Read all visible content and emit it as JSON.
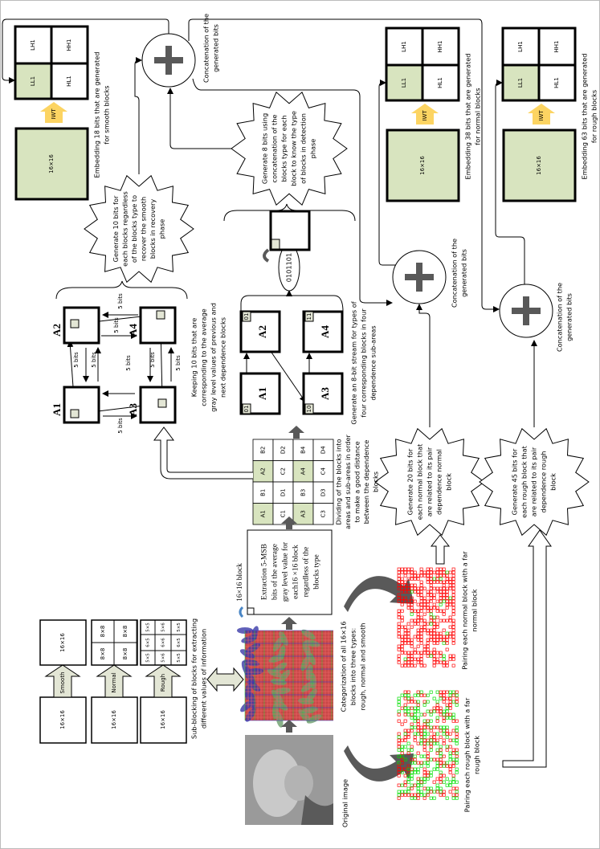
{
  "colors": {
    "block_green": "#d8e4bf",
    "iwt_arrow": "#fcd462",
    "plus_gray": "#595959",
    "map_red": "#ff0000",
    "map_green": "#00e000",
    "map_blue": "#0000ff",
    "outline_arrow_fill": "#e3e6d5"
  },
  "original_image": {
    "label": "Original image"
  },
  "categorization": {
    "lines": [
      "Categorization of all 16×16",
      "blocks into three types:",
      "rough, normal and smooth"
    ]
  },
  "sub_blocking": {
    "caption": [
      "Sub-blocking of blocks for extracting",
      "different values of information"
    ],
    "rows": [
      {
        "type": "Smooth",
        "input": "16×16",
        "cells": [
          "16×16"
        ]
      },
      {
        "type": "Normal",
        "input": "16×16",
        "cells": [
          "8×8",
          "8×8",
          "8×8",
          "8×8"
        ]
      },
      {
        "type": "Rough",
        "input": "16×16",
        "cells": [
          "5×5",
          "6×5",
          "5×5",
          "5×6",
          "6×6",
          "5×6",
          "5×5",
          "6×5",
          "5×5"
        ]
      }
    ]
  },
  "extraction": {
    "block_label": "16×16 block",
    "lines": [
      "Extraction 5-MSB",
      "bits of the average",
      "gray level value for",
      "each16 ×16 block",
      "regardless of the",
      "blocks type"
    ]
  },
  "division_grid": {
    "cells": [
      [
        "B2",
        "A2",
        "B1",
        "A1"
      ],
      [
        "D2",
        "C2",
        "D1",
        "C1"
      ],
      [
        "B4",
        "A4",
        "B3",
        "A3"
      ],
      [
        "D4",
        "C4",
        "D3",
        "C3"
      ]
    ],
    "highlighted": [
      "A1",
      "A2",
      "A3",
      "A4"
    ],
    "caption": [
      "Dividing of the blocks into",
      "areas and sub-areas in order",
      "to make a good distance",
      "between the dependence",
      "blocks"
    ]
  },
  "keeping": {
    "areas": [
      "A1",
      "A2",
      "A3",
      "A4"
    ],
    "bits_label": "5 bits",
    "caption": [
      "Keeping 10 bits that are",
      "corresponding to the average",
      "gray level values of previous and",
      "next dependence blocks"
    ]
  },
  "type_stream": {
    "areas": [
      "A1",
      "A2",
      "A3",
      "A4"
    ],
    "codes": [
      "01",
      "01",
      "10",
      "11"
    ],
    "stream": "0101101",
    "caption": [
      "Generate an 8-bit stream for types of",
      "four corresponding blocks in four",
      "dependence sub-areas"
    ]
  },
  "star_10bits": [
    "Generate 10 bits for",
    "each blocks regardless",
    "of the blocks type to",
    "recover the smooth",
    "blocks in recovery",
    "phase"
  ],
  "star_8bits": [
    "Generate 8 bits using",
    "concatenation of the",
    "blocks type for each",
    "block to know the type",
    "of blocks in detection",
    "phase"
  ],
  "star_20bits": [
    "Generate 20 bits for",
    "each normal block that",
    "are related to its pair",
    "dependence normal",
    "block"
  ],
  "star_45bits": [
    "Generate 45 bits for",
    "each rough block that",
    "are related to its pair",
    "dependence rough",
    "block"
  ],
  "concatenation": [
    "Concatenation of the",
    "generated bits"
  ],
  "pairing_normal": [
    "Pairing each normal block with a far",
    "normal block"
  ],
  "pairing_rough": [
    "Pairing each rough block with a far",
    "rough block"
  ],
  "embedding": [
    {
      "block": "16×16",
      "iwt": "IWT",
      "subbands": {
        "LL": "LL1",
        "LH": "LH1",
        "HL": "HL1",
        "HH": "HH1"
      },
      "caption": [
        "Embedding 18 bits that are generated",
        "for smooth blocks"
      ]
    },
    {
      "block": "16×16",
      "iwt": "IWT",
      "subbands": {
        "LL": "LL1",
        "LH": "LH1",
        "HL": "HL1",
        "HH": "HH1"
      },
      "caption": [
        "Embedding 38 bits that are generated",
        "for normal blocks"
      ]
    },
    {
      "block": "16×16",
      "iwt": "IWT",
      "subbands": {
        "LL": "LL1",
        "LH": "LH1",
        "HL": "HL1",
        "HH": "HH1"
      },
      "caption": [
        "Embedding 63 bits that are generated",
        "for rough blocks"
      ]
    }
  ]
}
